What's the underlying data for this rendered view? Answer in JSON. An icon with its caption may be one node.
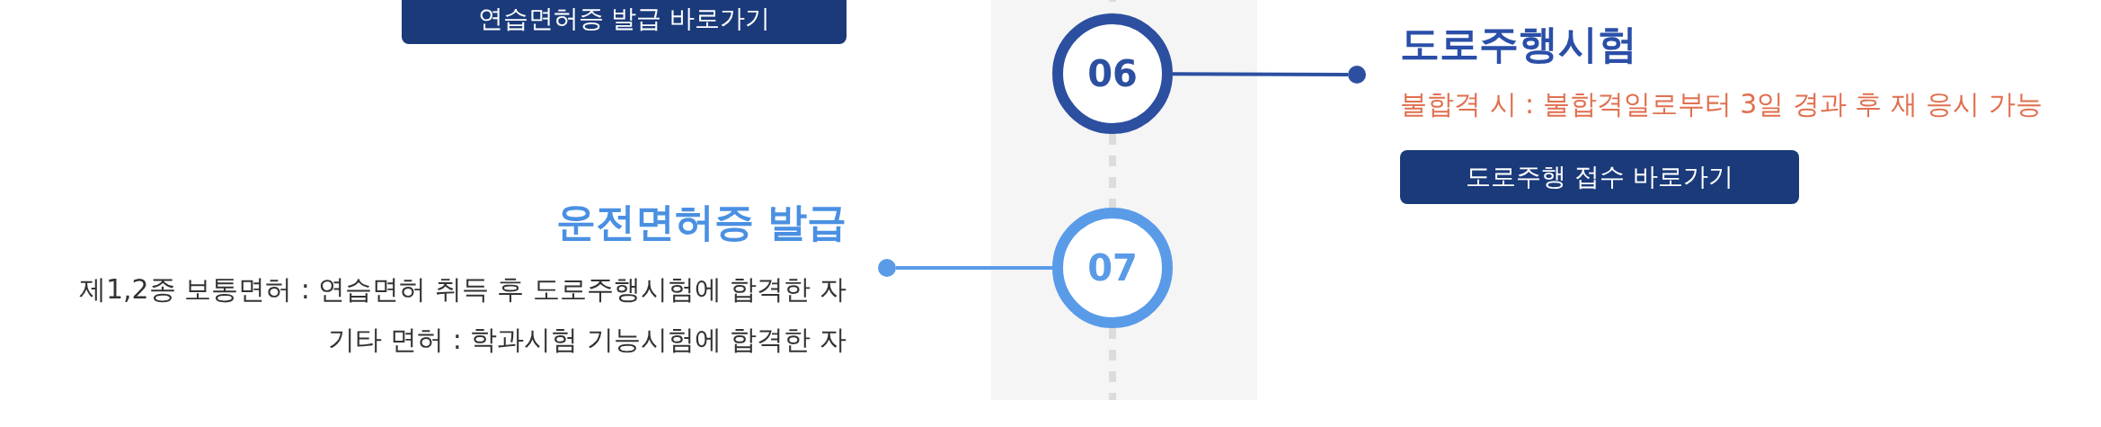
{
  "diagram": {
    "nodes": [
      {
        "text": [
          "연습면허증 발급 바로가기"
        ]
      },
      {
        "text": [
          "06"
        ]
      },
      {
        "text": [],
        "shape": "circle"
      },
      {
        "text": [
          "도로주행 접수 바로가기"
        ]
      },
      {
        "text": [
          "07"
        ]
      },
      {
        "text": [],
        "shape": "circle"
      }
    ],
    "edges": [
      {
        "from": 1,
        "to": 2,
        "arrow": "none",
        "color": "#2c4fa0"
      },
      {
        "from": 1,
        "to": 4,
        "arrow": "none",
        "style": "dashed",
        "color": "#dcdcdc"
      },
      {
        "from": 5,
        "to": 4,
        "arrow": "none"
      }
    ],
    "labels": [
      "도로주행시험",
      "불합격 시 : 불합격일로부터 3일 경과 후 재 응시 가능",
      "운전면허증 발급",
      "제1,2종 보통면허 : 연습면허 취득 후 도로주행시험에 합격한 자",
      "기타 면허 : 학과시험 기능시험에 합격한 자"
    ]
  }
}
